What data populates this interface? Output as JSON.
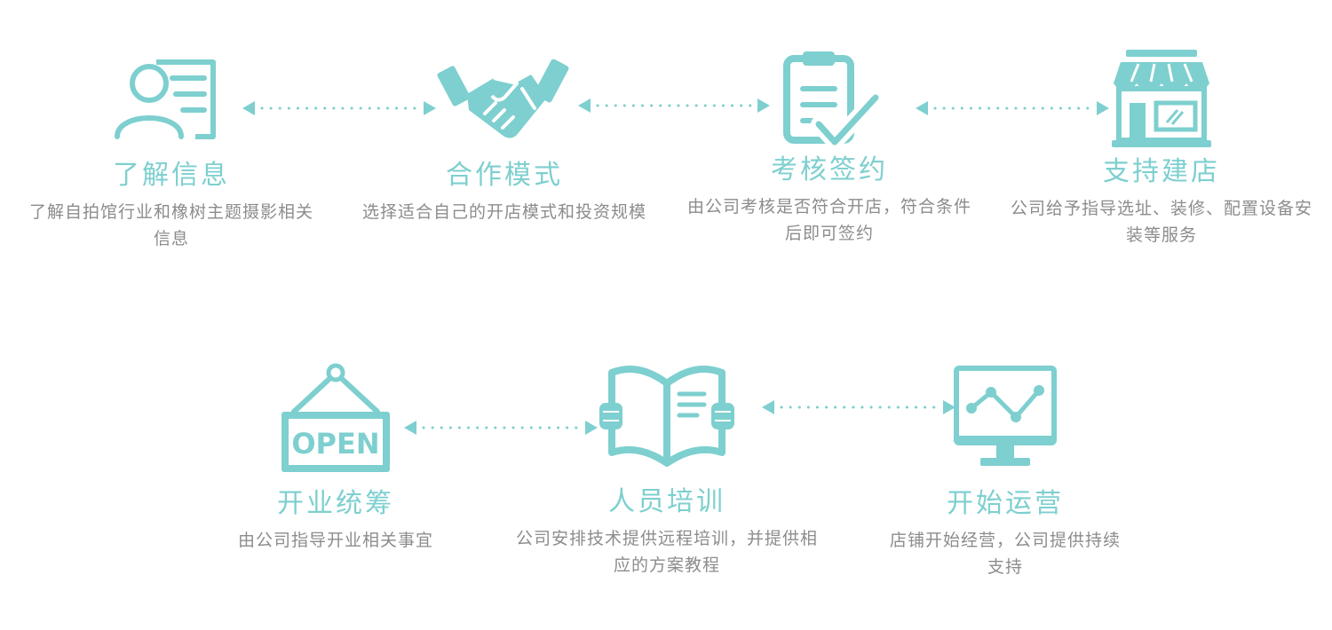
{
  "colors": {
    "accent": "#7ecfcf",
    "text": "#8c8c8c"
  },
  "steps": [
    {
      "icon": "id-card-icon",
      "title": "了解信息",
      "desc": "了解自拍馆行业和橡树主题摄影相关信息"
    },
    {
      "icon": "handshake-icon",
      "title": "合作模式",
      "desc": "选择适合自己的开店模式和投资规模"
    },
    {
      "icon": "clipboard-check-icon",
      "title": "考核签约",
      "desc": "由公司考核是否符合开店，符合条件后即可签约"
    },
    {
      "icon": "storefront-icon",
      "title": "支持建店",
      "desc": "公司给予指导选址、装修、配置设备安装等服务"
    },
    {
      "icon": "open-sign-icon",
      "title": "开业统筹",
      "desc": "由公司指导开业相关事宜",
      "sign_text": "OPEN"
    },
    {
      "icon": "open-book-icon",
      "title": "人员培训",
      "desc": "公司安排技术提供远程培训，并提供相应的方案教程"
    },
    {
      "icon": "monitor-chart-icon",
      "title": "开始运营",
      "desc": "店铺开始经营，公司提供持续支持"
    }
  ]
}
